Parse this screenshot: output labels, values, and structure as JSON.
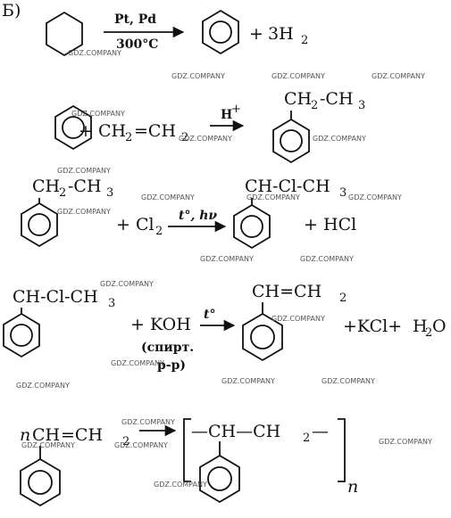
{
  "label": "Б)",
  "r1": {
    "cat": "Pt, Pd",
    "temp": "300°C",
    "plus": "+",
    "h": "3H",
    "h_sub": "2"
  },
  "r2": {
    "plus": "+",
    "ch": "CH",
    "ch_sub": "2",
    "eq": "=CH",
    "eq_sub": "2",
    "cat": "H",
    "cat_sup": "+",
    "p_ch": "CH",
    "p_sub": "2",
    "p_ch3": "-CH",
    "p_sub3": "3"
  },
  "r3": {
    "ch": "CH",
    "ch_sub": "2",
    "ch3": "-CH",
    "ch3_sub": "3",
    "plus": "+",
    "cl": "Cl",
    "cl_sub": "2",
    "cond": "t°, hν",
    "p": "CH-Cl-CH",
    "p_sub": "3",
    "plus2": "+",
    "hcl": "HCl"
  },
  "r4": {
    "r": "CH-Cl-CH",
    "r_sub": "3",
    "plus": "+",
    "koh": "KOH",
    "cond": "t°",
    "sol1": "(спирт.",
    "sol2": "р-р)",
    "p": "CH=CH",
    "p_sub": "2",
    "kcl": "+KCl+",
    "h2o": "H",
    "h2o_sub": "2",
    "o": "O"
  },
  "r5": {
    "n": "n",
    "r": "CH",
    "eq": "=CH",
    "eq_sub": "2",
    "p": "—CH—CH",
    "p_sub": "2",
    "dash": "—",
    "n2": "n"
  },
  "watermark": "GDZ.COMPANY"
}
